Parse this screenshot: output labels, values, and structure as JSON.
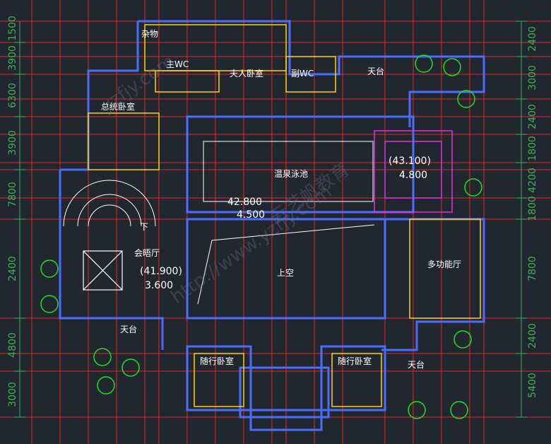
{
  "rooms": {
    "storage": "杂物",
    "master_wc": "主WC",
    "master_bedroom": "夫人卧室",
    "second_wc": "副WC",
    "roof_terrace_ne": "天台",
    "president_bedroom": "总统卧室",
    "hot_spring_pool": "温泉泳池",
    "void": "上空",
    "meeting_hall": "会晤厅",
    "multipurpose_hall": "多功能厅",
    "roof_terrace_sw": "天台",
    "attendant_room_left": "随行卧室",
    "attendant_room_right": "随行卧室",
    "roof_terrace_se": "天台",
    "stair_down": "下"
  },
  "elevations": {
    "pool_elev": "42.800",
    "pool_depth": "4.500",
    "meeting_elev": "(41.900)",
    "meeting_height": "3.600",
    "pavilion_elev": "(43.100)",
    "pavilion_height": "4.800"
  },
  "dims_left": [
    "1500",
    "3900",
    "6300",
    "3900",
    "7800",
    "2400",
    "4800",
    "3000"
  ],
  "dims_right": [
    "2400",
    "3000",
    "2400",
    "1800",
    "4200",
    "1800",
    "7800",
    "2400",
    "5400"
  ],
  "watermarks": [
    "云艺帆教育",
    "http://www.yzfjy.com",
    "yzfjy.com"
  ],
  "colors": {
    "background": "#21272f",
    "grid": "#e02b2b",
    "wall": "#4a6cff",
    "furniture": "#ffd400",
    "dimension": "#3fae5a",
    "tree": "#22dd22",
    "magenta": "#e030e0"
  }
}
